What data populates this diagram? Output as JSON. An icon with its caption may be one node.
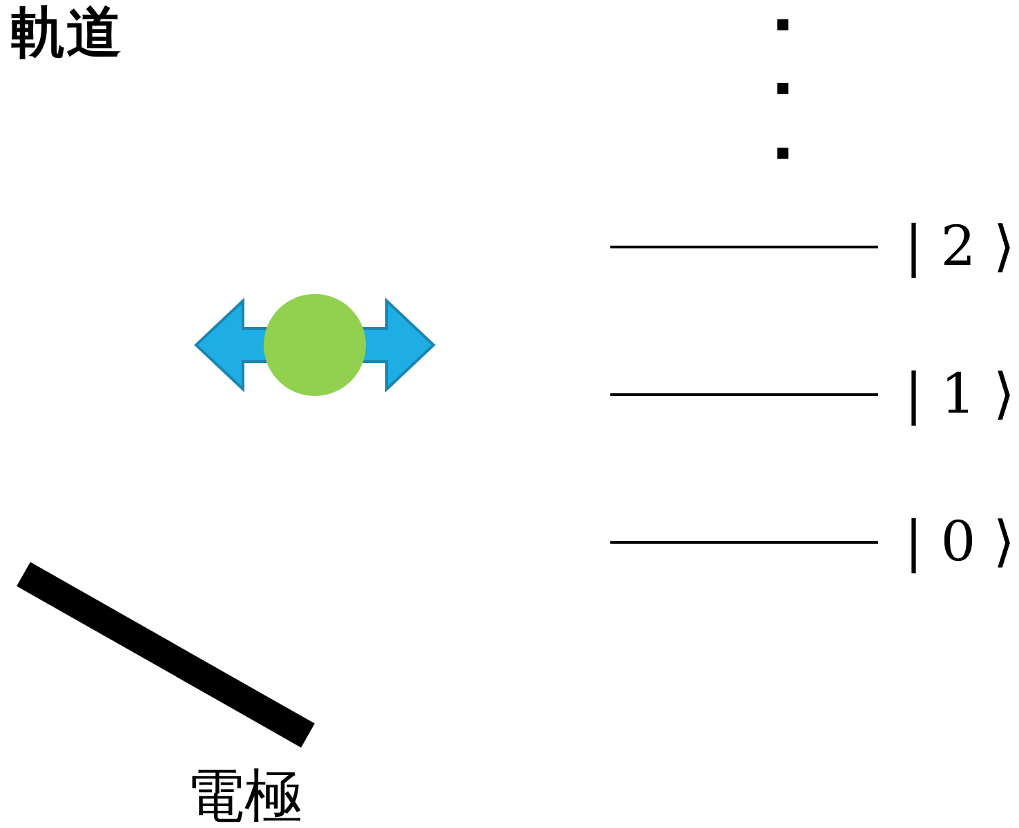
{
  "diagram": {
    "labels": [
      "軌道",
      "| 2 ⟩",
      "| 1 ⟩",
      "| 0 ⟩",
      "電極"
    ]
  }
}
